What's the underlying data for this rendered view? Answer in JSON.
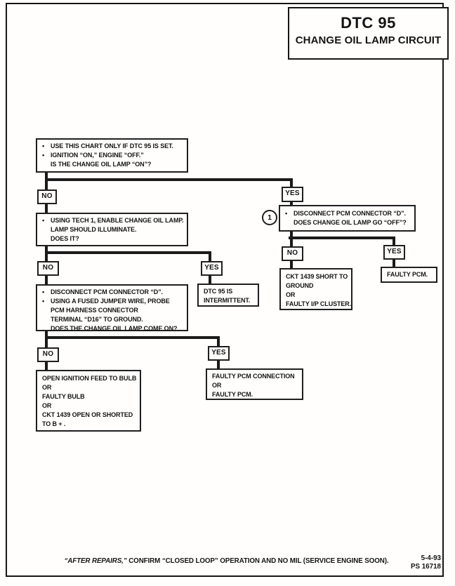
{
  "title": {
    "line1": "DTC 95",
    "line2": "CHANGE OIL LAMP CIRCUIT"
  },
  "labels": {
    "no": "NO",
    "yes": "YES",
    "connector_1": "1"
  },
  "boxes": {
    "start": {
      "lines": [
        {
          "bullet": "•",
          "text": "USE THIS CHART ONLY IF DTC 95 IS SET."
        },
        {
          "bullet": "•",
          "text": "IGNITION “ON,” ENGINE “OFF.”"
        },
        {
          "bullet": "",
          "text": "IS THE CHANGE OIL LAMP “ON”?"
        }
      ]
    },
    "enable_lamp": {
      "lines": [
        {
          "bullet": "•",
          "text": "USING TECH 1, ENABLE CHANGE OIL LAMP."
        },
        {
          "bullet": "",
          "text": "LAMP SHOULD ILLUMINATE."
        },
        {
          "bullet": "",
          "text": "DOES IT?"
        }
      ]
    },
    "probe_terminal": {
      "lines": [
        {
          "bullet": "•",
          "text": "DISCONNECT PCM CONNECTOR “D”."
        },
        {
          "bullet": "•",
          "text": "USING A FUSED JUMPER WIRE, PROBE"
        },
        {
          "bullet": "",
          "text": "PCM HARNESS CONNECTOR"
        },
        {
          "bullet": "",
          "text": "TERMINAL “D16” TO GROUND."
        },
        {
          "bullet": "",
          "text": "DOES THE CHANGE OIL LAMP COME ON?"
        }
      ]
    },
    "disconnect_d": {
      "lines": [
        {
          "bullet": "•",
          "text": "DISCONNECT PCM CONNECTOR “D”."
        },
        {
          "bullet": "",
          "text": "DOES CHANGE OIL LAMP GO “OFF”?"
        }
      ]
    },
    "intermittent": {
      "lines": [
        "DTC 95 IS",
        "INTERMITTENT."
      ]
    },
    "open_ignition": {
      "lines": [
        "OPEN IGNITION FEED TO BULB",
        "OR",
        "FAULTY BULB",
        "OR",
        "CKT 1439 OPEN OR SHORTED",
        "TO B + ."
      ]
    },
    "faulty_pcm_connection": {
      "lines": [
        "FAULTY PCM CONNECTION",
        "OR",
        "FAULTY PCM."
      ]
    },
    "ckt_short": {
      "lines": [
        "CKT 1439 SHORT TO",
        "GROUND",
        "OR",
        "FAULTY I/P CLUSTER."
      ]
    },
    "faulty_pcm": {
      "lines": [
        "FAULTY PCM."
      ]
    }
  },
  "footer": {
    "note_italic": "“AFTER REPAIRS,”",
    "note_rest": " CONFIRM “CLOSED LOOP” OPERATION AND NO MIL (SERVICE ENGINE SOON).",
    "date": "5-4-93",
    "ref": "PS 16718"
  }
}
